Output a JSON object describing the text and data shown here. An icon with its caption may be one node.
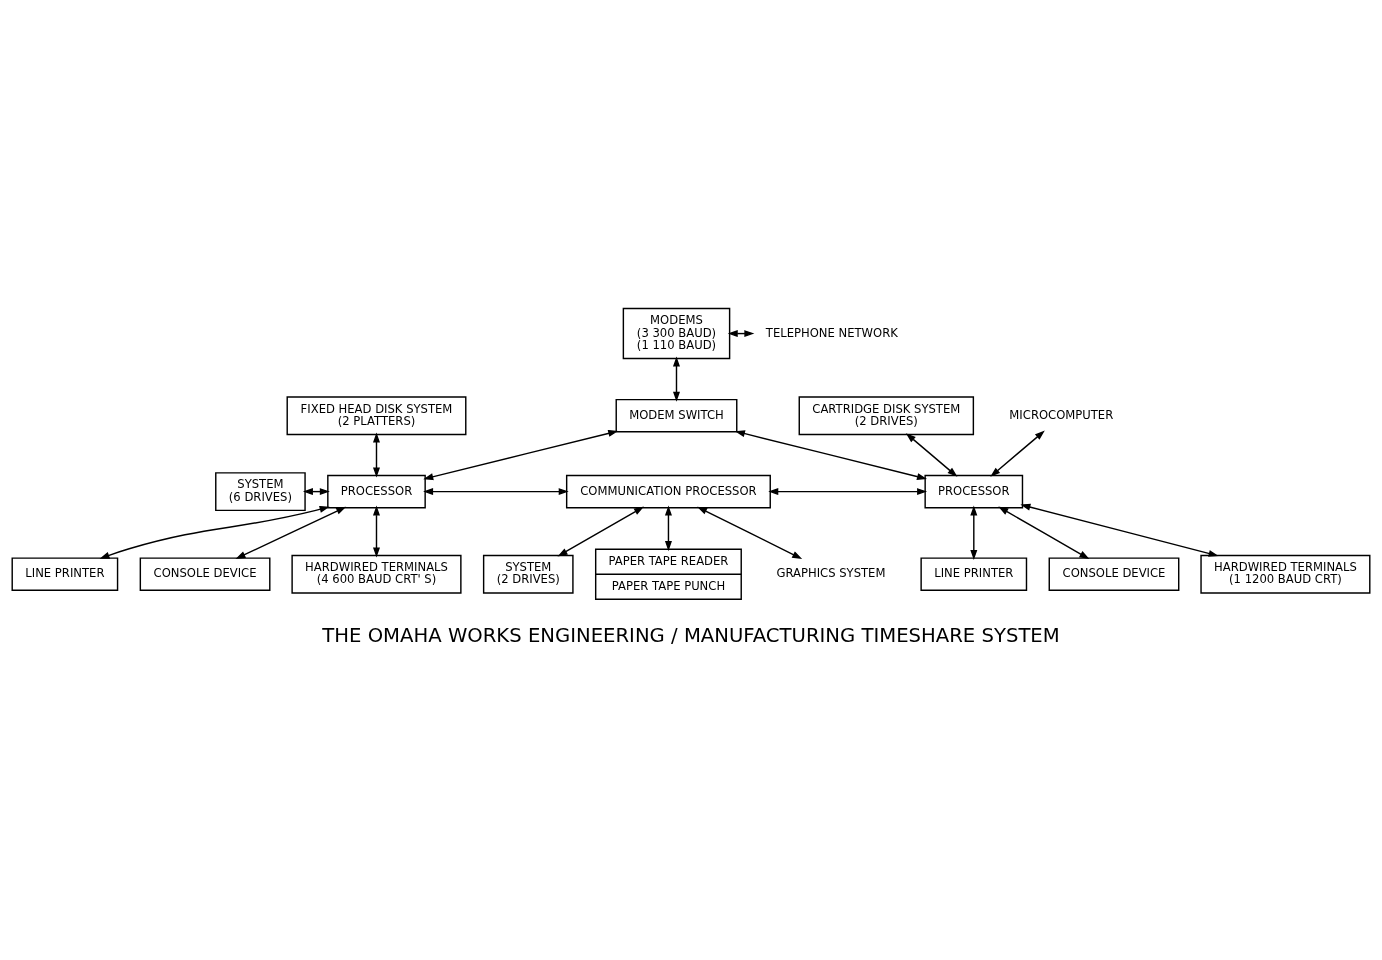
{
  "diagram": {
    "title": "THE OMAHA WORKS ENGINEERING / MANUFACTURING TIMESHARE SYSTEM",
    "nodes": [
      {
        "text": [
          "MODEMS",
          "(3 300 BAUD)",
          "(1 110 BAUD)"
        ]
      },
      {
        "text": [
          "TELEPHONE NETWORK"
        ]
      },
      {
        "text": [
          "FIXED HEAD DISK SYSTEM",
          "(2 PLATTERS)"
        ]
      },
      {
        "text": [
          "MODEM SWITCH"
        ]
      },
      {
        "text": [
          "CARTRIDGE DISK SYSTEM",
          "(2 DRIVES)"
        ]
      },
      {
        "text": [
          "SYSTEM",
          "(6 DRIVES)"
        ]
      },
      {
        "text": [
          "MICROCOMPUTER"
        ]
      },
      {
        "text": [
          "PROCESSOR"
        ]
      },
      {
        "text": [
          "COMMUNICATION PROCESSOR"
        ]
      },
      {
        "text": [
          "PROCESSOR"
        ]
      },
      {
        "text": [
          "LINE PRINTER"
        ]
      },
      {
        "text": [
          "LINE PRINTER"
        ]
      },
      {
        "text": [
          "SYSTEM",
          "(2 DRIVES)"
        ]
      },
      {
        "text": [
          "PAPER TAPE READER",
          "PAPER TAPE PUNCH"
        ]
      },
      {
        "text": [
          "CONSOLE DEVICE"
        ]
      },
      {
        "text": [
          "CONSOLE DEVICE"
        ]
      },
      {
        "text": [
          "HARDWIRED TERMINALS",
          "(4 600 BAUD CRT' S)"
        ]
      },
      {
        "text": [
          "HARDWIRED TERMINALS",
          "(1 1200 BAUD CRT)"
        ]
      },
      {
        "text": [
          "GRAPHICS SYSTEM"
        ]
      }
    ],
    "edges": [
      {
        "from": 0,
        "to": 1,
        "arrow": "both"
      },
      {
        "from": 0,
        "to": 3,
        "arrow": "both"
      },
      {
        "from": 3,
        "to": 7,
        "arrow": "both"
      },
      {
        "from": 3,
        "to": 9,
        "arrow": "both"
      },
      {
        "from": 2,
        "to": 7,
        "arrow": "both"
      },
      {
        "from": 5,
        "to": 7,
        "arrow": "both"
      },
      {
        "from": 7,
        "to": 8,
        "arrow": "both"
      },
      {
        "from": 8,
        "to": 9,
        "arrow": "both"
      },
      {
        "from": 4,
        "to": 9,
        "arrow": "both"
      },
      {
        "from": 6,
        "to": 9,
        "arrow": "both"
      },
      {
        "from": 10,
        "to": 7,
        "arrow": "both"
      },
      {
        "from": 16,
        "to": 7,
        "arrow": "both"
      },
      {
        "from": 14,
        "to": 7,
        "arrow": "both"
      },
      {
        "from": 8,
        "to": 12,
        "arrow": "both"
      },
      {
        "from": 8,
        "to": 18,
        "arrow": "both"
      },
      {
        "from": 8,
        "to": 13,
        "arrow": "both"
      },
      {
        "from": 9,
        "to": 15,
        "arrow": "both"
      },
      {
        "from": 9,
        "to": 11,
        "arrow": "both"
      },
      {
        "from": 9,
        "to": 17,
        "arrow": "both"
      }
    ]
  }
}
